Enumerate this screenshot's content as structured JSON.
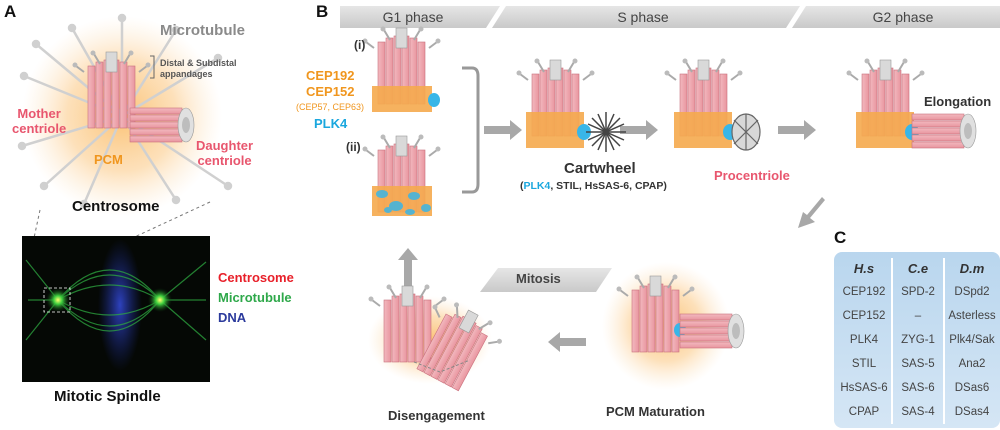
{
  "panelA": {
    "letter": "A",
    "microtubule": "Microtubule",
    "appendages_line1": "Distal & Subdistal",
    "appendages_line2": "appandages",
    "mother_line1": "Mother",
    "mother_line2": "centriole",
    "pcm": "PCM",
    "daughter_line1": "Daughter",
    "daughter_line2": "centriole",
    "centrosome": "Centrosome",
    "legend": {
      "centrosome": "Centrosome",
      "microtubule": "Microtubule",
      "dna": "DNA"
    },
    "spindle_caption": "Mitotic Spindle"
  },
  "panelB": {
    "letter": "B",
    "phases": [
      "G1 phase",
      "S phase",
      "G2 phase"
    ],
    "roman_i": "(i)",
    "roman_ii": "(ii)",
    "proteins": {
      "cep192": "CEP192",
      "cep152": "CEP152",
      "cep_extra": "(CEP57, CEP63)",
      "plk4": "PLK4"
    },
    "cartwheel": "Cartwheel",
    "cartwheel_paren_open": "(",
    "cartwheel_plk4": "PLK4",
    "cartwheel_rest": ", STIL, HsSAS-6, CPAP)",
    "procentriole": "Procentriole",
    "elongation": "Elongation",
    "mitosis": "Mitosis",
    "disengagement": "Disengagement",
    "pcm_maturation": "PCM Maturation"
  },
  "panelC": {
    "letter": "C",
    "headers": [
      "H.s",
      "C.e",
      "D.m"
    ],
    "rows": [
      [
        "CEP192",
        "SPD-2",
        "DSpd2"
      ],
      [
        "CEP152",
        "–",
        "Asterless"
      ],
      [
        "PLK4",
        "ZYG-1",
        "Plk4/Sak"
      ],
      [
        "STIL",
        "SAS-5",
        "Ana2"
      ],
      [
        "HsSAS-6",
        "SAS-6",
        "DSas6"
      ],
      [
        "CPAP",
        "SAS-4",
        "DSas4"
      ]
    ]
  },
  "colors": {
    "pink": "#e8566e",
    "orange": "#f0961e",
    "cyan": "#1aa7de",
    "gray": "#8a8a8a",
    "centrosome_red": "#e8202a",
    "microtubule_green": "#2ea84a",
    "dna_blue": "#2b3a9c"
  }
}
